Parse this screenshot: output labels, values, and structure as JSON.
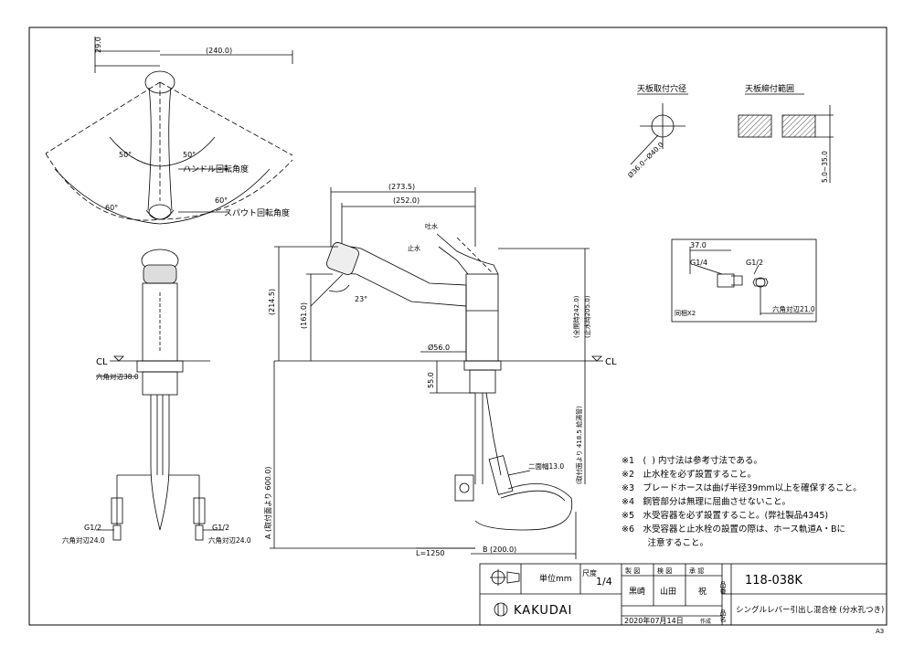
{
  "dims": {
    "d_29": "29.0",
    "d_240": "(240.0)",
    "angle_50a": "50°",
    "angle_50b": "50°",
    "angle_60a": "60°",
    "angle_60b": "60°",
    "handle_angle_label": "ハンドル回転角度",
    "spout_angle_label": "スパウト回転角度",
    "d_273": "(273.5)",
    "d_252": "(252.0)",
    "label_open": "吐水",
    "label_stop": "止水",
    "d_214": "(214.5)",
    "d_161": "(161.0)",
    "angle_23": "23°",
    "d_total_h": "(全開時242.0)",
    "d_stop_h": "(止水時205.0)",
    "d_56": "Ø56.0",
    "cl_left": "CL",
    "cl_right": "CL",
    "hex_38": "六角対辺38.0",
    "d_55": "55.0",
    "d_A": "A (取付面より 600.0)",
    "d_418": "(取付面より 418.5 給湯管)",
    "hex_13": "二面幅13.0",
    "d_L": "L=1250",
    "d_B": "B (200.0)",
    "g12_left": "G1/2",
    "hex24_left": "六角対辺24.0",
    "g12_right": "G1/2",
    "hex24_right": "六角対辺24.0",
    "hole_title": "天板取付穴径",
    "hole_dim": "Ø36.0~Ø40.0",
    "plate_title": "天板締付範囲",
    "plate_dim": "5.0~35.0",
    "d_37": "37.0",
    "g14": "G1/4",
    "g12_detail": "G1/2",
    "hex21": "六角対辺21.0",
    "same_x2": "同梱X2"
  },
  "notes": [
    "※1　(  ) 内寸法は参考寸法である。",
    "※2　止水栓を必ず設置すること。",
    "※3　ブレードホースは曲げ半径39mm以上を確保すること。",
    "※4　銅管部分は無理に屈曲させないこと。",
    "※5　水受容器を必ず設置すること。(弊社製品4345)",
    "※6　水受容器と止水栓の設置の際は、ホース軌道A・Bに",
    "　　　注意すること。"
  ],
  "title_block": {
    "unit": "単位mm",
    "scale_label": "尺度",
    "scale_value": "1/4",
    "made": "製",
    "drawn": "図",
    "checked": "検",
    "approved": "承",
    "seisaku": "製 図",
    "kenzu": "検 図",
    "shonin": "承 認",
    "name1": "黒崎",
    "name2": "山田",
    "name3": "祝",
    "hinban_label": "品番",
    "hinban": "118-038K",
    "hinmei_label": "品名",
    "hinmei": "シングルレバー引出し混合栓 (分水孔つき)",
    "date": "2020年07月14日",
    "created": "作成",
    "company": "KAKUDAI",
    "paper": "A3"
  }
}
